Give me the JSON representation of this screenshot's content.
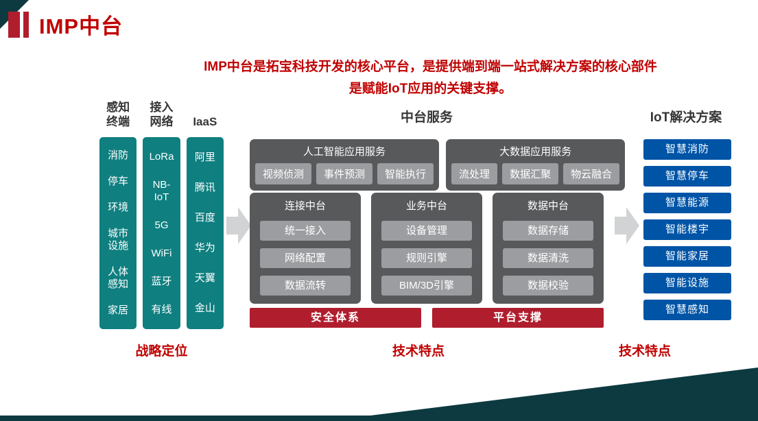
{
  "colors": {
    "accent_red": "#c00000",
    "bar_red": "#b01e2e",
    "teal": "#0f7f80",
    "dark_teal": "#0c3a40",
    "box_gray": "#58595b",
    "chip_gray": "#9b9da0",
    "blue": "#0054a6",
    "arrow_gray": "#d1d3d4",
    "heading_dark": "#363636"
  },
  "header": {
    "title": "IMP中台",
    "description_line1": "IMP中台是拓宝科技开发的核心平台，是提供端到端一站式解决方案的核心部件",
    "description_line2": "是赋能IoT应用的关键支撑。"
  },
  "strategy": {
    "caption": "战略定位",
    "columns": [
      {
        "header": "感知\n终端",
        "items": [
          "消防",
          "停车",
          "环境",
          "城市\n设施",
          "人体\n感知",
          "家居"
        ]
      },
      {
        "header": "接入\n网络",
        "items": [
          "LoRa",
          "NB-\nIoT",
          "5G",
          "WiFi",
          "蓝牙",
          "有线"
        ]
      },
      {
        "header": "IaaS",
        "items": [
          "阿里",
          "腾讯",
          "百度",
          "华为",
          "天翼",
          "金山"
        ]
      }
    ]
  },
  "platform": {
    "header": "中台服务",
    "caption": "技术特点",
    "app_services": [
      {
        "title": "人工智能应用服务",
        "items": [
          "视频侦测",
          "事件预测",
          "智能执行"
        ]
      },
      {
        "title": "大数据应用服务",
        "items": [
          "流处理",
          "数据汇聚",
          "物云融合"
        ]
      }
    ],
    "middle_platforms": [
      {
        "title": "连接中台",
        "items": [
          "统一接入",
          "网络配置",
          "数据流转"
        ]
      },
      {
        "title": "业务中台",
        "items": [
          "设备管理",
          "规则引擎",
          "BIM/3D引擎"
        ]
      },
      {
        "title": "数据中台",
        "items": [
          "数据存储",
          "数据清洗",
          "数据校验"
        ]
      }
    ],
    "foundation_bars": [
      "安全体系",
      "平台支撑"
    ]
  },
  "solutions": {
    "header": "IoT解决方案",
    "caption": "技术特点",
    "items": [
      "智慧消防",
      "智慧停车",
      "智慧能源",
      "智能楼宇",
      "智能家居",
      "智能设施",
      "智慧感知"
    ]
  }
}
